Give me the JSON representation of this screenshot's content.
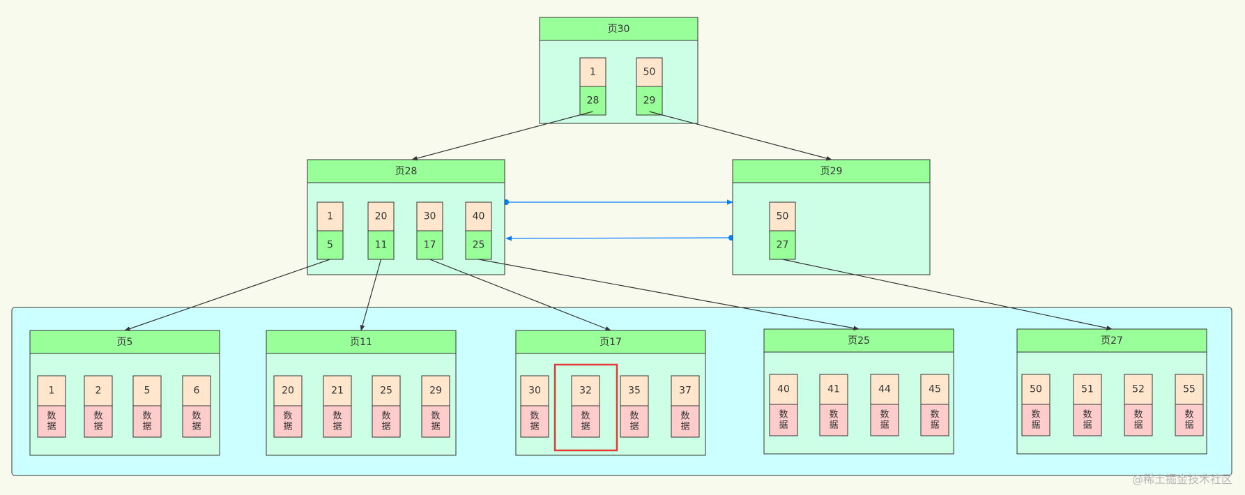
{
  "colors": {
    "background": "#f8faee",
    "page_body": "#ccffe6",
    "leaf_container": "#ccffff",
    "page_header": "#99ff99",
    "key_cell": "#ffe6cc",
    "pointer_cell": "#99ff99",
    "data_cell": "#ffcccc",
    "link_arrow": "#007fff",
    "tree_arrow": "#333333",
    "highlight": "#e53935"
  },
  "root_page": {
    "title": "页30",
    "entries": [
      {
        "key": "1",
        "ptr": "28"
      },
      {
        "key": "50",
        "ptr": "29"
      }
    ]
  },
  "internal_pages": [
    {
      "title": "页28",
      "entries": [
        {
          "key": "1",
          "ptr": "5"
        },
        {
          "key": "20",
          "ptr": "11"
        },
        {
          "key": "30",
          "ptr": "17"
        },
        {
          "key": "40",
          "ptr": "25"
        }
      ]
    },
    {
      "title": "页29",
      "entries": [
        {
          "key": "50",
          "ptr": "27"
        }
      ]
    }
  ],
  "leaf_pages": [
    {
      "title": "页5",
      "records": [
        {
          "key": "1",
          "data": "数据"
        },
        {
          "key": "2",
          "data": "数据"
        },
        {
          "key": "5",
          "data": "数据"
        },
        {
          "key": "6",
          "data": "数据"
        }
      ]
    },
    {
      "title": "页11",
      "records": [
        {
          "key": "20",
          "data": "数据"
        },
        {
          "key": "21",
          "data": "数据"
        },
        {
          "key": "25",
          "data": "数据"
        },
        {
          "key": "29",
          "data": "数据"
        }
      ]
    },
    {
      "title": "页17",
      "records": [
        {
          "key": "30",
          "data": "数据"
        },
        {
          "key": "32",
          "data": "数据",
          "highlighted": true
        },
        {
          "key": "35",
          "data": "数据"
        },
        {
          "key": "37",
          "data": "数据"
        }
      ]
    },
    {
      "title": "页25",
      "records": [
        {
          "key": "40",
          "data": "数据"
        },
        {
          "key": "41",
          "data": "数据"
        },
        {
          "key": "44",
          "data": "数据"
        },
        {
          "key": "45",
          "data": "数据"
        }
      ]
    },
    {
      "title": "页27",
      "records": [
        {
          "key": "50",
          "data": "数据"
        },
        {
          "key": "51",
          "data": "数据"
        },
        {
          "key": "52",
          "data": "数据"
        },
        {
          "key": "55",
          "data": "数据"
        }
      ]
    }
  ],
  "watermark": "@稀土掘金技术社区"
}
